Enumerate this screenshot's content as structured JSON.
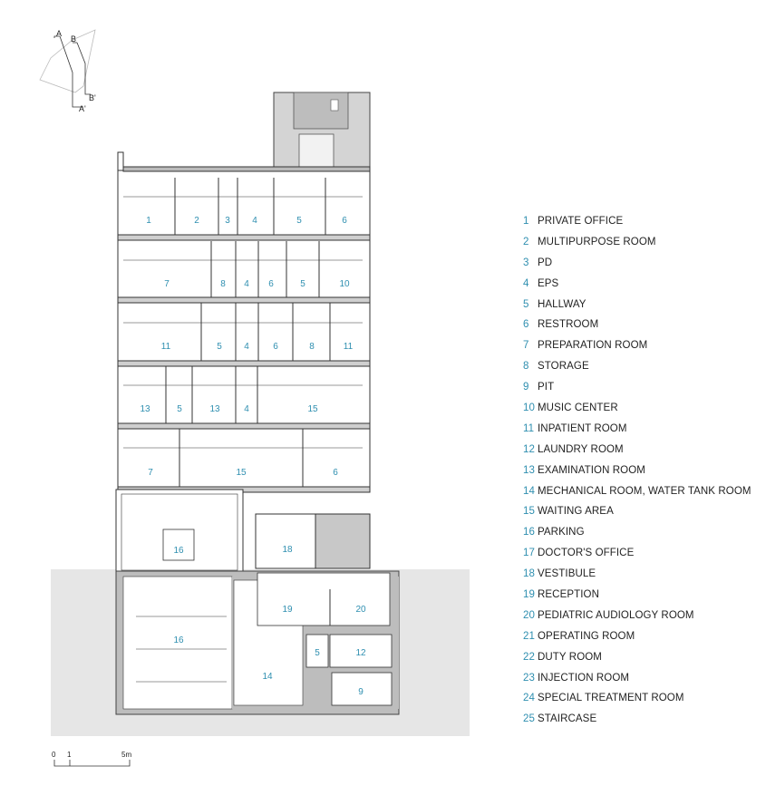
{
  "key_plan": {
    "label_a": "A",
    "label_b": "B",
    "label_a_prime": "A'",
    "label_b_prime": "B'"
  },
  "rooms": [
    {
      "key": "r1",
      "num": "1"
    },
    {
      "key": "r2",
      "num": "2"
    },
    {
      "key": "r3",
      "num": "3"
    },
    {
      "key": "r4a",
      "num": "4"
    },
    {
      "key": "r5a",
      "num": "5"
    },
    {
      "key": "r6a",
      "num": "6"
    },
    {
      "key": "r7a",
      "num": "7"
    },
    {
      "key": "r8a",
      "num": "8"
    },
    {
      "key": "r4b",
      "num": "4"
    },
    {
      "key": "r6b",
      "num": "6"
    },
    {
      "key": "r5b",
      "num": "5"
    },
    {
      "key": "r10",
      "num": "10"
    },
    {
      "key": "r11a",
      "num": "11"
    },
    {
      "key": "r5c",
      "num": "5"
    },
    {
      "key": "r4c",
      "num": "4"
    },
    {
      "key": "r6c",
      "num": "6"
    },
    {
      "key": "r8b",
      "num": "8"
    },
    {
      "key": "r11b",
      "num": "11"
    },
    {
      "key": "r13a",
      "num": "13"
    },
    {
      "key": "r5d",
      "num": "5"
    },
    {
      "key": "r13b",
      "num": "13"
    },
    {
      "key": "r4d",
      "num": "4"
    },
    {
      "key": "r15a",
      "num": "15"
    },
    {
      "key": "r7b",
      "num": "7"
    },
    {
      "key": "r15b",
      "num": "15"
    },
    {
      "key": "r6d",
      "num": "6"
    },
    {
      "key": "r16a",
      "num": "16"
    },
    {
      "key": "r18",
      "num": "18"
    },
    {
      "key": "r19",
      "num": "19"
    },
    {
      "key": "r20",
      "num": "20"
    },
    {
      "key": "r16b",
      "num": "16"
    },
    {
      "key": "r5e",
      "num": "5"
    },
    {
      "key": "r12",
      "num": "12"
    },
    {
      "key": "r14",
      "num": "14"
    },
    {
      "key": "r9",
      "num": "9"
    }
  ],
  "legend": [
    {
      "num": "1",
      "label": "PRIVATE OFFICE"
    },
    {
      "num": "2",
      "label": "MULTIPURPOSE ROOM"
    },
    {
      "num": "3",
      "label": "PD"
    },
    {
      "num": "4",
      "label": "EPS"
    },
    {
      "num": "5",
      "label": "HALLWAY"
    },
    {
      "num": "6",
      "label": "RESTROOM"
    },
    {
      "num": "7",
      "label": "PREPARATION ROOM"
    },
    {
      "num": "8",
      "label": "STORAGE"
    },
    {
      "num": "9",
      "label": "PIT"
    },
    {
      "num": "10",
      "label": "MUSIC CENTER"
    },
    {
      "num": "11",
      "label": "INPATIENT ROOM"
    },
    {
      "num": "12",
      "label": "LAUNDRY ROOM"
    },
    {
      "num": "13",
      "label": "EXAMINATION ROOM"
    },
    {
      "num": "14",
      "label": "MECHANICAL ROOM, WATER TANK ROOM"
    },
    {
      "num": "15",
      "label": "WAITING AREA"
    },
    {
      "num": "16",
      "label": "PARKING"
    },
    {
      "num": "17",
      "label": "DOCTOR'S OFFICE"
    },
    {
      "num": "18",
      "label": "VESTIBULE"
    },
    {
      "num": "19",
      "label": "RECEPTION"
    },
    {
      "num": "20",
      "label": "PEDIATRIC AUDIOLOGY ROOM"
    },
    {
      "num": "21",
      "label": "OPERATING ROOM"
    },
    {
      "num": "22",
      "label": "DUTY ROOM"
    },
    {
      "num": "23",
      "label": "INJECTION ROOM"
    },
    {
      "num": "24",
      "label": "SPECIAL TREATMENT ROOM"
    },
    {
      "num": "25",
      "label": "STAIRCASE"
    }
  ],
  "scale_bar": {
    "label_0": "0",
    "label_1": "1",
    "label_5": "5m"
  },
  "colors": {
    "room_number": "#2f8fb0",
    "ground": "#e6e6e6",
    "section_cut": "#555555",
    "line": "#333333"
  }
}
